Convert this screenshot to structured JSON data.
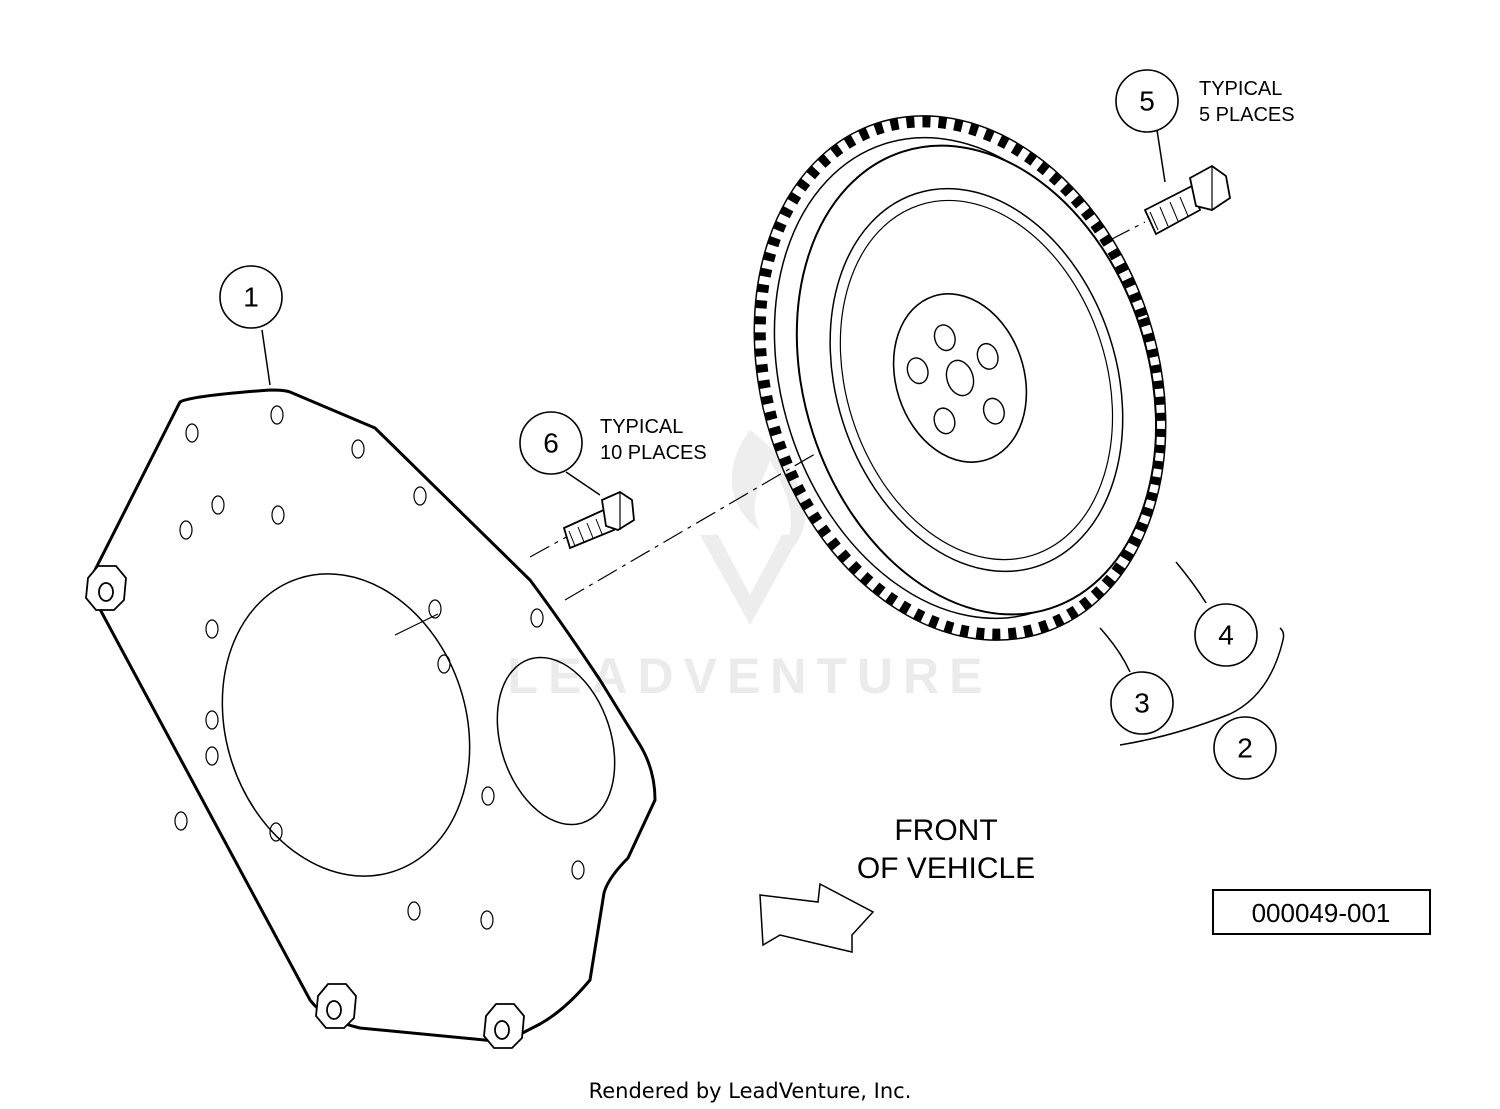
{
  "callouts": {
    "c1": "1",
    "c2": "2",
    "c3": "3",
    "c4": "4",
    "c5": "5",
    "c6": "6"
  },
  "notes": {
    "bolt5_line1": "TYPICAL",
    "bolt5_line2": "5 PLACES",
    "bolt6_line1": "TYPICAL",
    "bolt6_line2": "10 PLACES"
  },
  "direction": {
    "line1": "FRONT",
    "line2": "OF VEHICLE"
  },
  "part_number": "000049-001",
  "watermark": "LEADVENTURE",
  "footer": "Rendered by LeadVenture, Inc."
}
